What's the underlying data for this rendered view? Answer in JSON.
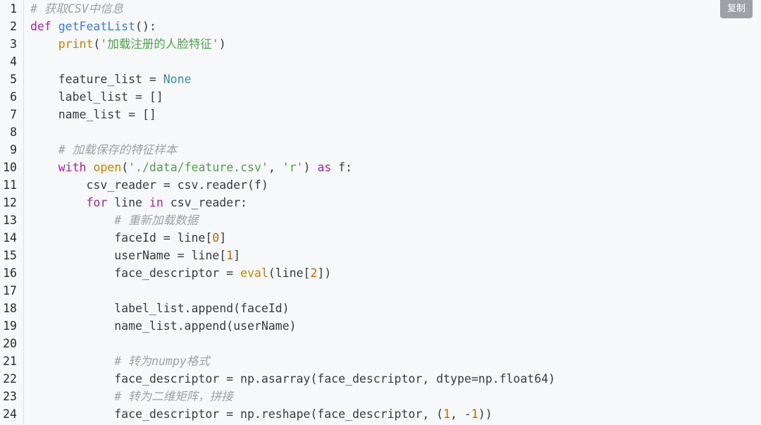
{
  "toolbar": {
    "copy_label": "复制"
  },
  "code": {
    "language": "python",
    "lines": [
      [
        {
          "t": "# 获取CSV中信息",
          "c": "cm"
        }
      ],
      [
        {
          "t": "def",
          "c": "kw"
        },
        {
          "t": " "
        },
        {
          "t": "getFeatList",
          "c": "fn"
        },
        {
          "t": "():"
        }
      ],
      [
        {
          "t": "    "
        },
        {
          "t": "print",
          "c": "builtin"
        },
        {
          "t": "("
        },
        {
          "t": "'加载注册的人脸特征'",
          "c": "str"
        },
        {
          "t": ")"
        }
      ],
      [],
      [
        {
          "t": "    feature_list = "
        },
        {
          "t": "None",
          "c": "const"
        }
      ],
      [
        {
          "t": "    label_list = []"
        }
      ],
      [
        {
          "t": "    name_list = []"
        }
      ],
      [],
      [
        {
          "t": "    "
        },
        {
          "t": "# 加载保存的特征样本",
          "c": "cm"
        }
      ],
      [
        {
          "t": "    "
        },
        {
          "t": "with",
          "c": "kw"
        },
        {
          "t": " "
        },
        {
          "t": "open",
          "c": "builtin"
        },
        {
          "t": "("
        },
        {
          "t": "'./data/feature.csv'",
          "c": "str"
        },
        {
          "t": ", "
        },
        {
          "t": "'r'",
          "c": "str"
        },
        {
          "t": ") "
        },
        {
          "t": "as",
          "c": "kw"
        },
        {
          "t": " f:"
        }
      ],
      [
        {
          "t": "        csv_reader = csv.reader(f)"
        }
      ],
      [
        {
          "t": "        "
        },
        {
          "t": "for",
          "c": "kw"
        },
        {
          "t": " line "
        },
        {
          "t": "in",
          "c": "kw"
        },
        {
          "t": " csv_reader:"
        }
      ],
      [
        {
          "t": "            "
        },
        {
          "t": "# 重新加载数据",
          "c": "cm"
        }
      ],
      [
        {
          "t": "            faceId = line["
        },
        {
          "t": "0",
          "c": "num"
        },
        {
          "t": "]"
        }
      ],
      [
        {
          "t": "            userName = line["
        },
        {
          "t": "1",
          "c": "num"
        },
        {
          "t": "]"
        }
      ],
      [
        {
          "t": "            face_descriptor = "
        },
        {
          "t": "eval",
          "c": "builtin"
        },
        {
          "t": "(line["
        },
        {
          "t": "2",
          "c": "num"
        },
        {
          "t": "])"
        }
      ],
      [],
      [
        {
          "t": "            label_list.append(faceId)"
        }
      ],
      [
        {
          "t": "            name_list.append(userName)"
        }
      ],
      [],
      [
        {
          "t": "            "
        },
        {
          "t": "# 转为numpy格式",
          "c": "cm"
        }
      ],
      [
        {
          "t": "            face_descriptor = np.asarray(face_descriptor, dtype=np.float64)"
        }
      ],
      [
        {
          "t": "            "
        },
        {
          "t": "# 转为二维矩阵，拼接",
          "c": "cm"
        }
      ],
      [
        {
          "t": "            face_descriptor = np.reshape(face_descriptor, ("
        },
        {
          "t": "1",
          "c": "num"
        },
        {
          "t": ", -"
        },
        {
          "t": "1",
          "c": "num"
        },
        {
          "t": "))"
        }
      ]
    ]
  }
}
